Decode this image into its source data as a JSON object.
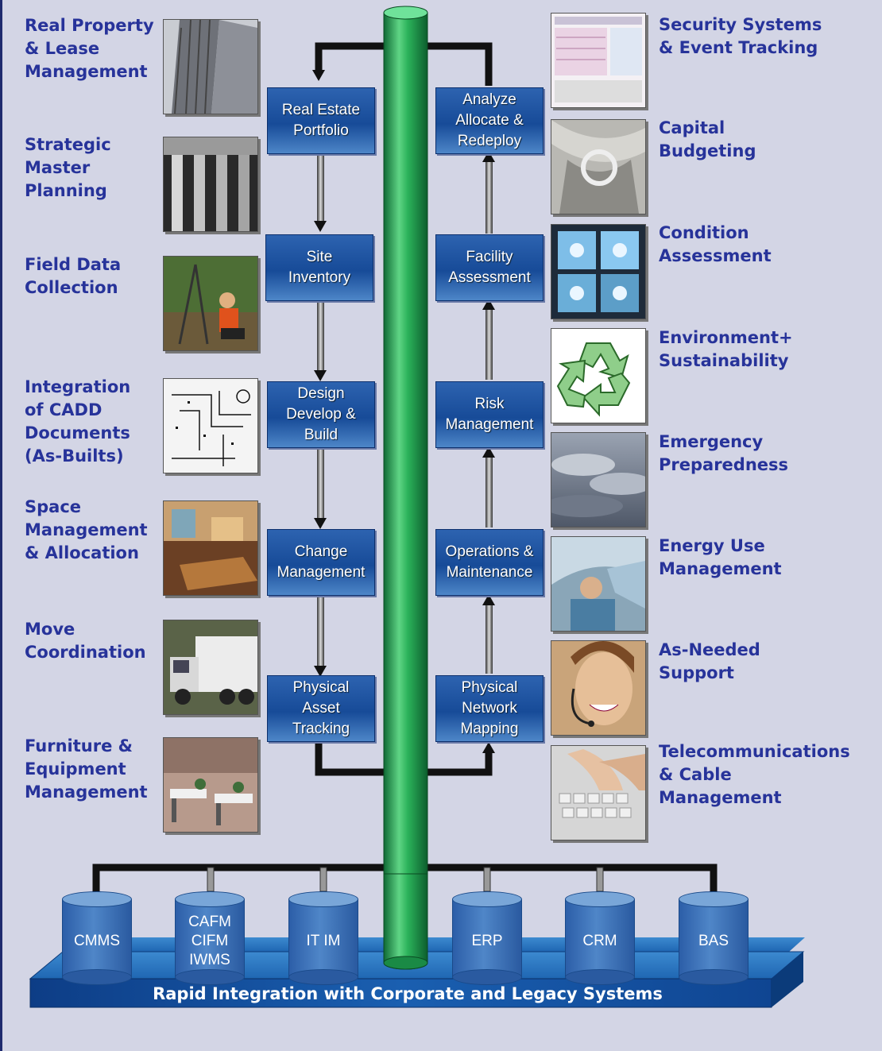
{
  "left_capabilities": [
    {
      "label": "Real Property\n& Lease\nManagement",
      "photo": "office-building-photo"
    },
    {
      "label": "Strategic\nMaster\nPlanning",
      "photo": "columns-photo"
    },
    {
      "label": "Field Data\nCollection",
      "photo": "surveyor-photo"
    },
    {
      "label": "Integration\nof CADD\nDocuments\n(As-Builts)",
      "photo": "cadd-drawing-photo"
    },
    {
      "label": "Space\nManagement\n& Allocation",
      "photo": "conference-room-photo"
    },
    {
      "label": "Move\nCoordination",
      "photo": "moving-truck-photo"
    },
    {
      "label": "Furniture &\nEquipment\nManagement",
      "photo": "office-furniture-photo"
    }
  ],
  "right_capabilities": [
    {
      "label": "Security Systems\n& Event Tracking",
      "photo": "software-screen-photo"
    },
    {
      "label": "Capital\nBudgeting",
      "photo": "column-detail-photo"
    },
    {
      "label": "Condition\nAssessment",
      "photo": "xray-photo"
    },
    {
      "label": "Environment+\nSustainability",
      "photo": "recycle-icon"
    },
    {
      "label": "Emergency\nPreparedness",
      "photo": "storm-clouds-photo"
    },
    {
      "label": "Energy Use\nManagement",
      "photo": "engineer-photo"
    },
    {
      "label": "As-Needed\nSupport",
      "photo": "support-agent-photo"
    },
    {
      "label": "Telecommunications\n& Cable\nManagement",
      "photo": "keyboard-photo"
    }
  ],
  "lifecycle_left": [
    "Real Estate\nPortfolio",
    "Site\nInventory",
    "Design\nDevelop &\nBuild",
    "Change\nManagement",
    "Physical\nAsset\nTracking"
  ],
  "lifecycle_right": [
    "Analyze\nAllocate &\nRedeploy",
    "Facility\nAssessment",
    "Risk\nManagement",
    "Operations &\nMaintenance",
    "Physical\nNetwork\nMapping"
  ],
  "systems": [
    "CMMS",
    "CAFM\nCIFM\nIWMS",
    "IT IM",
    "ERP",
    "CRM",
    "BAS"
  ],
  "platform_label": "Rapid Integration with Corporate and Legacy Systems",
  "colors": {
    "background": "#d3d5e5",
    "label_text": "#27339a",
    "box_blue": "#174b98",
    "pipe_green": "#1fa050"
  }
}
